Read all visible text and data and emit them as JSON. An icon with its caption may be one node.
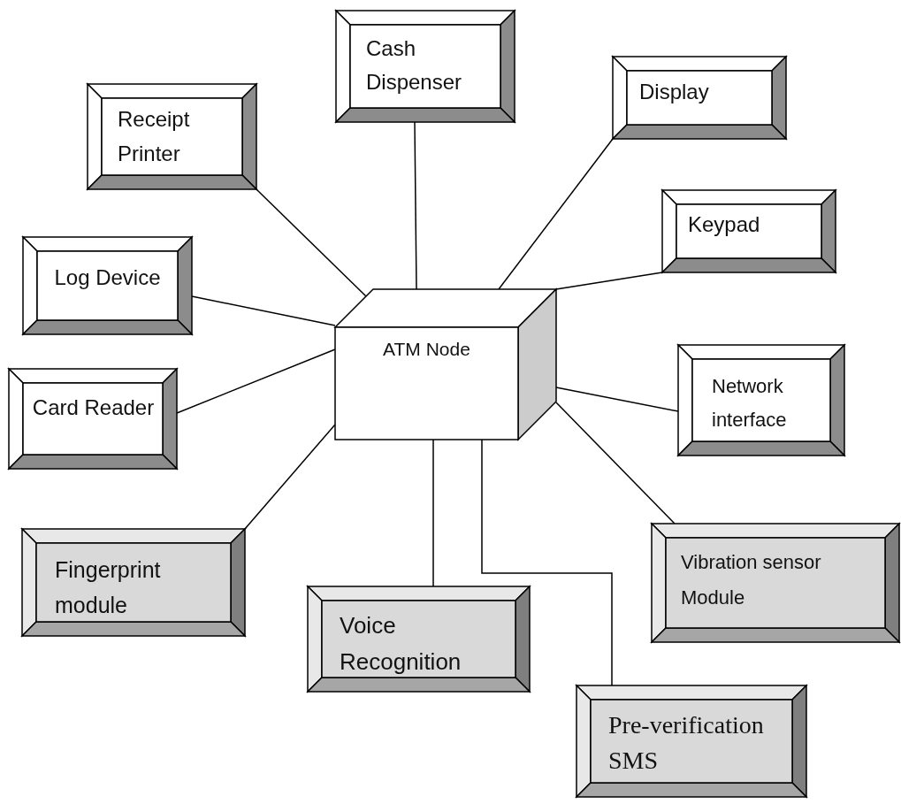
{
  "diagram": {
    "nodes": [
      {
        "text": [
          "Cash Dispenser"
        ]
      },
      {
        "text": [
          "Display"
        ]
      },
      {
        "text": [
          "Receipt Printer"
        ]
      },
      {
        "text": [
          "Keypad"
        ]
      },
      {
        "text": [
          "Log Device"
        ]
      },
      {
        "text": [
          "ATM Node"
        ]
      },
      {
        "text": [
          "Network interface"
        ]
      },
      {
        "text": [
          "Card Reader"
        ]
      },
      {
        "text": [
          "Vibration sensor Module"
        ]
      },
      {
        "text": [
          "Fingerprint module"
        ]
      },
      {
        "text": [
          "Voice Recognition"
        ]
      },
      {
        "text": [
          "Pre-verification SMS"
        ]
      }
    ],
    "edges": [
      {
        "from": 5,
        "to": 0,
        "arrow": "none"
      },
      {
        "from": 5,
        "to": 1,
        "arrow": "none"
      },
      {
        "from": 5,
        "to": 2,
        "arrow": "none"
      },
      {
        "from": 5,
        "to": 3,
        "arrow": "none"
      },
      {
        "from": 5,
        "to": 4,
        "arrow": "none"
      },
      {
        "from": 5,
        "to": 6,
        "arrow": "none"
      },
      {
        "from": 5,
        "to": 7,
        "arrow": "none"
      },
      {
        "from": 5,
        "to": 8,
        "arrow": "none"
      },
      {
        "from": 5,
        "to": 9,
        "arrow": "none"
      },
      {
        "from": 5,
        "to": 10,
        "arrow": "none"
      },
      {
        "from": 5,
        "to": 11,
        "arrow": "none"
      }
    ]
  }
}
